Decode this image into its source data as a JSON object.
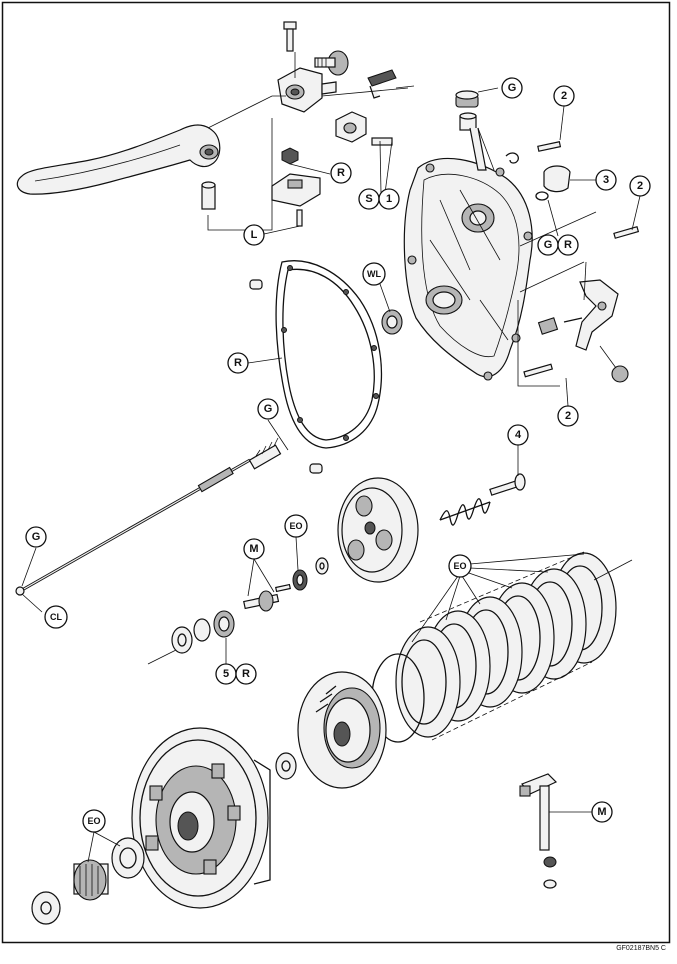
{
  "diagram": {
    "callouts": {
      "g_bearing": "G",
      "n2_top": "2",
      "n3": "3",
      "n2_right": "2",
      "r_nut": "R",
      "s": "S",
      "n1": "1",
      "l": "L",
      "g_oring": "G",
      "r_oring": "R",
      "wl": "WL",
      "r_gasket": "R",
      "n2_bottom": "2",
      "g_cable": "G",
      "n4": "4",
      "eo_washer": "EO",
      "m_pushrod": "M",
      "g_rod": "G",
      "cl": "CL",
      "eo_plates": "EO",
      "n5": "5",
      "r_locknut": "R",
      "eo_needle": "EO",
      "m_shaft": "M"
    },
    "reference_code": "GF02187BN5 C"
  }
}
